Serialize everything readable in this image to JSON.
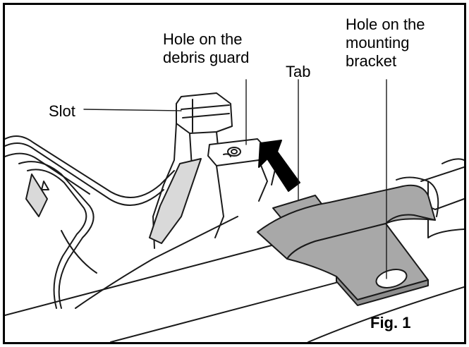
{
  "labels": {
    "slot": "Slot",
    "hole_debris_line1": "Hole on the",
    "hole_debris_line2": "debris guard",
    "tab": "Tab",
    "hole_bracket_line1": "Hole on the",
    "hole_bracket_line2": "mounting",
    "hole_bracket_line3": "bracket"
  },
  "figure_label": "Fig. 1",
  "colors": {
    "line": "#1a1a1a",
    "bracket_fill": "#a8a8a8",
    "bracket_shadow": "#8e8e8e",
    "guard_shade": "#d9d9d9",
    "background": "#ffffff"
  }
}
